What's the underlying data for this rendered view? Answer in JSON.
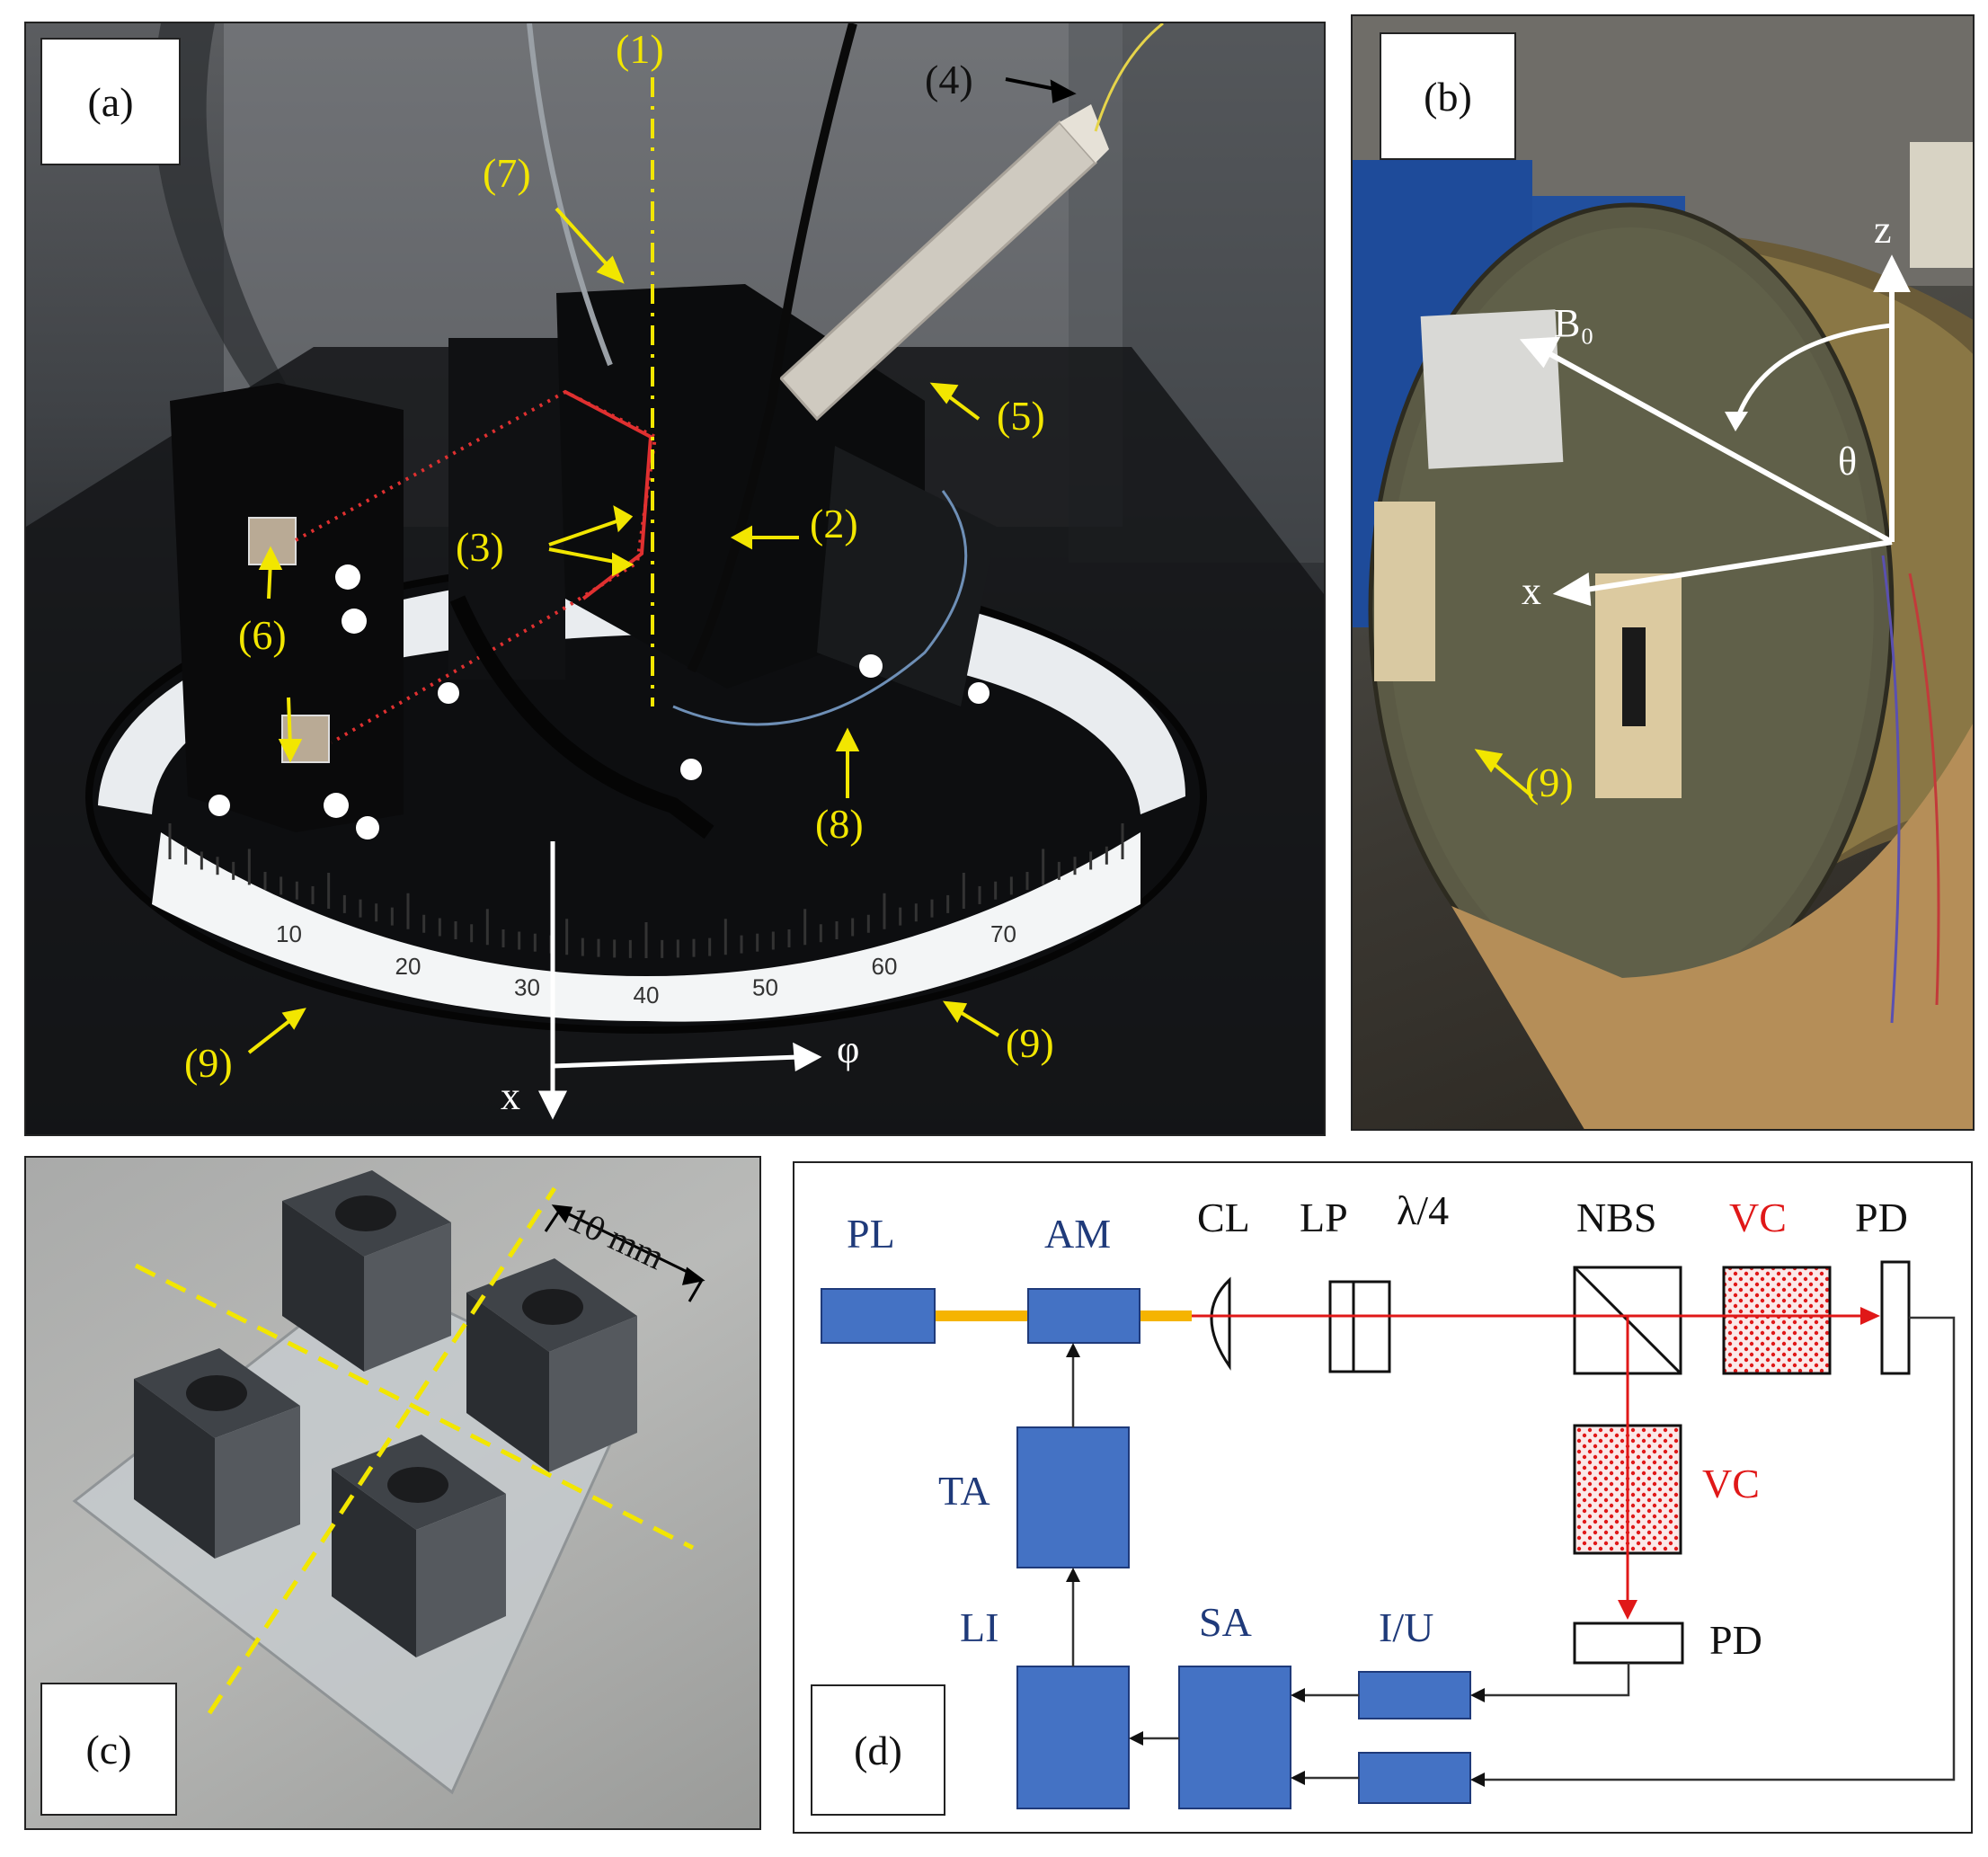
{
  "panel_a": {
    "tag": "(a)",
    "labels": {
      "l1": "(1)",
      "l2": "(2)",
      "l3": "(3)",
      "l4": "(4)",
      "l5": "(5)",
      "l6": "(6)",
      "l7": "(7)",
      "l8": "(8)",
      "l9a": "(9)",
      "l9b": "(9)"
    },
    "axes": {
      "x": "x",
      "phi": "φ"
    },
    "scale_numbers": [
      "10",
      "20",
      "30",
      "40",
      "50",
      "60",
      "70"
    ]
  },
  "panel_b": {
    "tag": "(b)",
    "labels": {
      "b0": "B₀",
      "theta": "θ",
      "z": "z",
      "x": "x",
      "l9": "(9)"
    }
  },
  "panel_c": {
    "tag": "(c)",
    "dimension": "10 mm"
  },
  "panel_d": {
    "tag": "(d)",
    "labels": {
      "pl": "PL",
      "am": "AM",
      "cl": "CL",
      "lp": "LP",
      "qwp": "λ/4",
      "nbs": "NBS",
      "vc_top": "VC",
      "pd_top": "PD",
      "vc_mid": "VC",
      "pd_bot": "PD",
      "ta": "TA",
      "li": "LI",
      "sa": "SA",
      "iu": "I/U"
    },
    "colors": {
      "block": "#4472c4",
      "fiber": "#f5b400",
      "beam": "#e01818",
      "wire": "#333333"
    }
  }
}
